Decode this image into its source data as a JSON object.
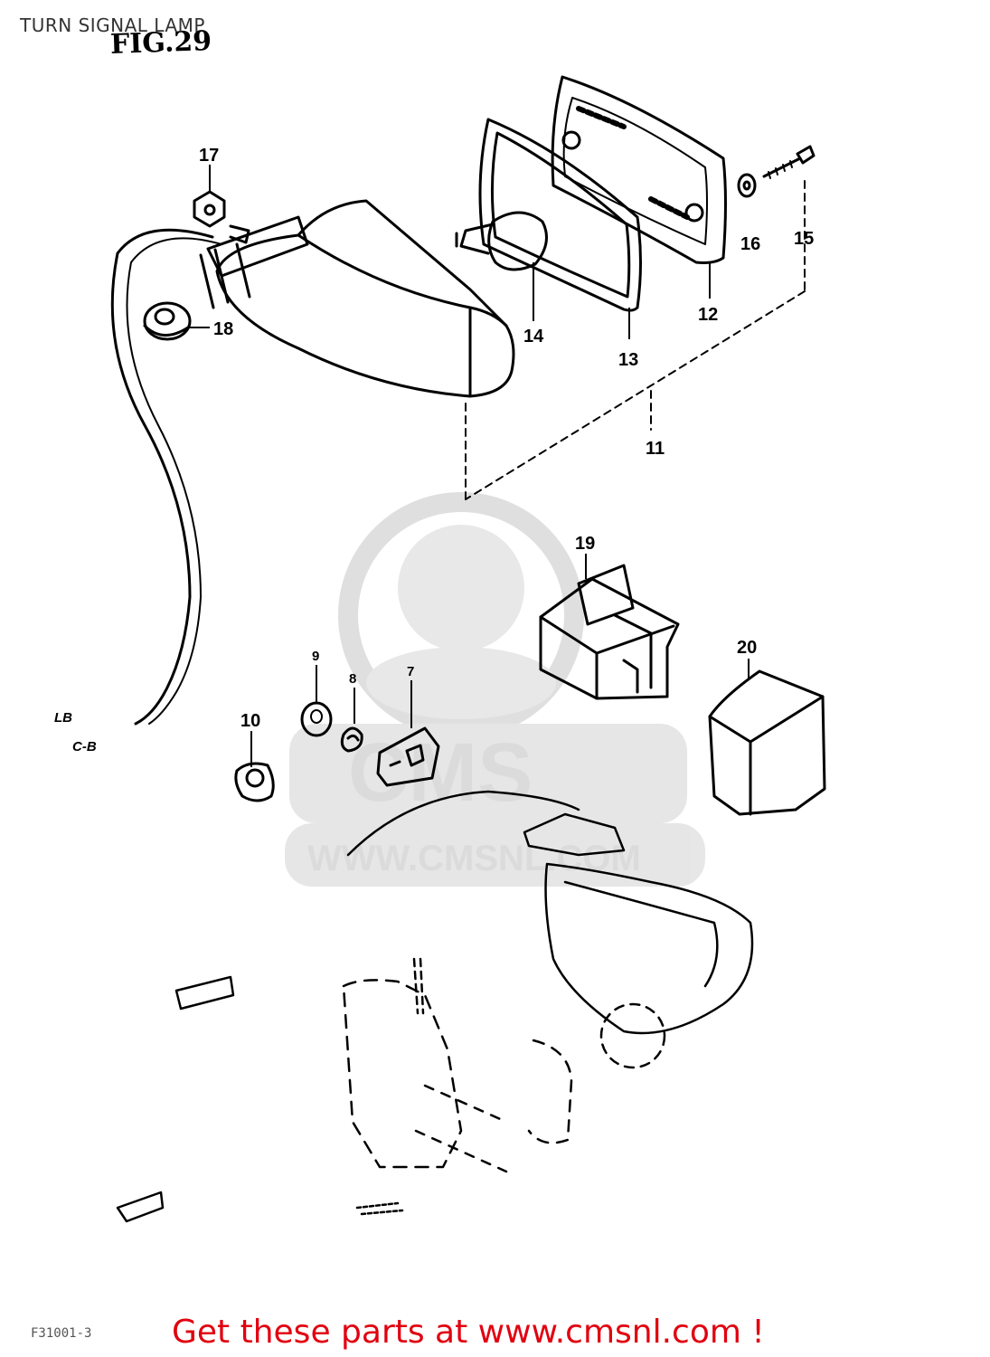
{
  "header": {
    "title": "TURN SIGNAL LAMP",
    "fig_label": "FIG.29"
  },
  "parts": [
    {
      "number": "17"
    },
    {
      "number": "18"
    },
    {
      "number": "14"
    },
    {
      "number": "13"
    },
    {
      "number": "12"
    },
    {
      "number": "16"
    },
    {
      "number": "15"
    },
    {
      "number": "11"
    },
    {
      "number": "19"
    },
    {
      "number": "20"
    },
    {
      "number": "9"
    },
    {
      "number": "8"
    },
    {
      "number": "7"
    },
    {
      "number": "10"
    }
  ],
  "wire_labels": {
    "upper": "LB",
    "lower": "C-B"
  },
  "watermark": {
    "brand": "CMS",
    "url": "WWW.CMSNL.COM"
  },
  "footer": {
    "cta": "Get these parts at www.cmsnl.com !",
    "code": "F31001-3"
  }
}
